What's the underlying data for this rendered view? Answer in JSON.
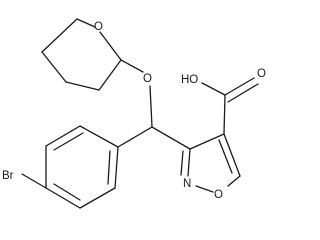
{
  "structure": {
    "atoms": {
      "ring_oxygen": "O",
      "ether_oxygen": "O",
      "acid_hydroxyl": "HO",
      "acid_carbonyl_oxygen": "O",
      "isoxazole_nitrogen": "N",
      "isoxazole_oxygen": "O",
      "bromine": "Br"
    }
  }
}
